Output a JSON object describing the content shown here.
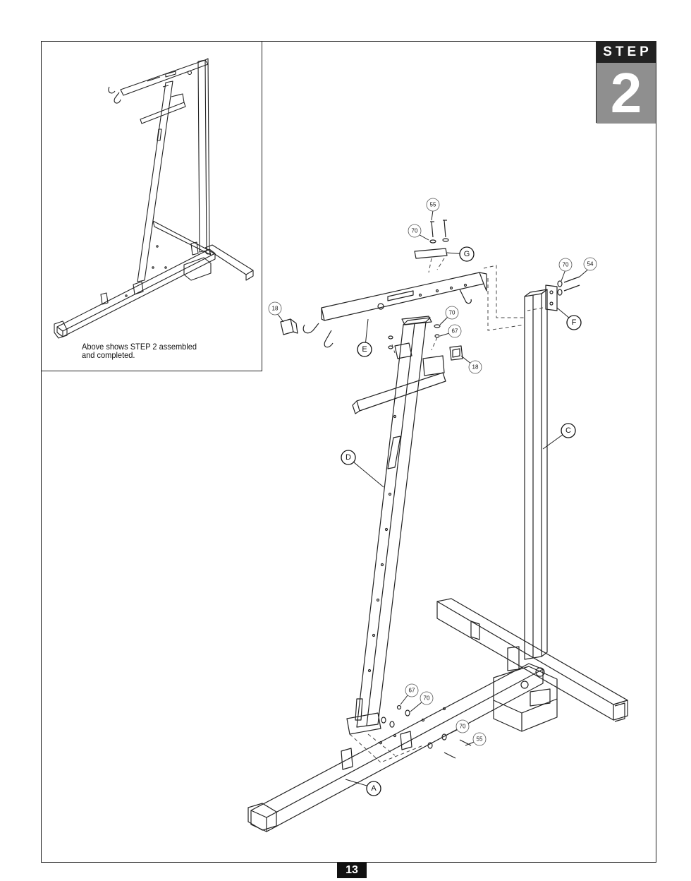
{
  "step": {
    "word": "STEP",
    "number": "2"
  },
  "inset": {
    "caption": "Above shows STEP 2 assembled\nand completed."
  },
  "parts": {
    "A": "A",
    "C": "C",
    "D": "D",
    "E": "E",
    "F": "F",
    "G": "G"
  },
  "hardware": {
    "h55_top": "55",
    "h70_top": "70",
    "h70_right": "70",
    "h54_right": "54",
    "h70_mid": "70",
    "h67_mid": "67",
    "h18_left": "18",
    "h18_right": "18",
    "h67_low": "67",
    "h70_low": "70",
    "h70_bottom": "70",
    "h55_bottom": "55"
  },
  "page_number": "13"
}
